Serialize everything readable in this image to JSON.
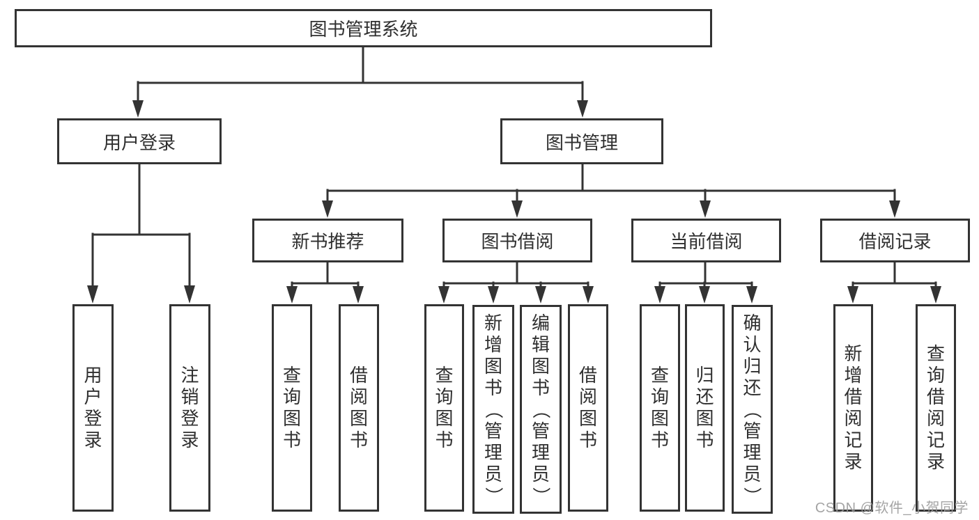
{
  "tree": {
    "label": "图书管理系统",
    "children": [
      {
        "label": "用户登录",
        "children": [
          {
            "label": "用户登录"
          },
          {
            "label": "注销登录"
          }
        ]
      },
      {
        "label": "图书管理",
        "children": [
          {
            "label": "新书推荐",
            "children": [
              {
                "label": "查询图书"
              },
              {
                "label": "借阅图书"
              }
            ]
          },
          {
            "label": "图书借阅",
            "children": [
              {
                "label": "查询图书"
              },
              {
                "label": "新增图书（管理员）"
              },
              {
                "label": "编辑图书（管理员）"
              },
              {
                "label": "借阅图书"
              }
            ]
          },
          {
            "label": "当前借阅",
            "children": [
              {
                "label": "查询图书"
              },
              {
                "label": "归还图书"
              },
              {
                "label": "确认归还（管理员）"
              }
            ]
          },
          {
            "label": "借阅记录",
            "children": [
              {
                "label": "新增借阅记录"
              },
              {
                "label": "查询借阅记录"
              }
            ]
          }
        ]
      }
    ]
  },
  "watermark": "CSDN @软件_小贺同学",
  "colors": {
    "line": "#333333",
    "text": "#2f2f2f",
    "background": "#ffffff",
    "watermark": "#9a9a9a"
  }
}
